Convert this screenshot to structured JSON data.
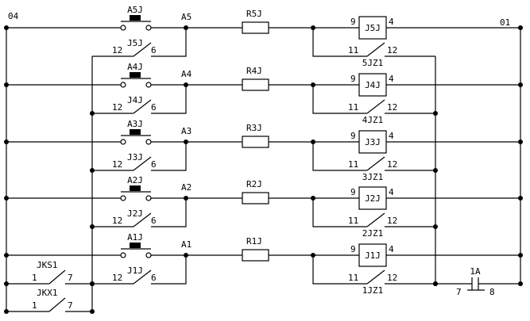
{
  "terminals": {
    "left": "04",
    "right": "01"
  },
  "rungs": [
    {
      "pushbutton": "A5J",
      "node": "A5",
      "resistor": "R5J",
      "relay": "J5J",
      "pin_in": "9",
      "pin_out": "4",
      "holding": {
        "label": "J5J",
        "pin_a": "12",
        "pin_b": "6"
      },
      "feedback": {
        "label": "5JZ1",
        "pin_a": "11",
        "pin_b": "12"
      }
    },
    {
      "pushbutton": "A4J",
      "node": "A4",
      "resistor": "R4J",
      "relay": "J4J",
      "pin_in": "9",
      "pin_out": "4",
      "holding": {
        "label": "J4J",
        "pin_a": "12",
        "pin_b": "6"
      },
      "feedback": {
        "label": "4JZ1",
        "pin_a": "11",
        "pin_b": "12"
      }
    },
    {
      "pushbutton": "A3J",
      "node": "A3",
      "resistor": "R3J",
      "relay": "J3J",
      "pin_in": "9",
      "pin_out": "4",
      "holding": {
        "label": "J3J",
        "pin_a": "12",
        "pin_b": "6"
      },
      "feedback": {
        "label": "3JZ1",
        "pin_a": "11",
        "pin_b": "12"
      }
    },
    {
      "pushbutton": "A2J",
      "node": "A2",
      "resistor": "R2J",
      "relay": "J2J",
      "pin_in": "9",
      "pin_out": "4",
      "holding": {
        "label": "J2J",
        "pin_a": "12",
        "pin_b": "6"
      },
      "feedback": {
        "label": "2JZ1",
        "pin_a": "11",
        "pin_b": "12"
      }
    },
    {
      "pushbutton": "A1J",
      "node": "A1",
      "resistor": "R1J",
      "relay": "J1J",
      "pin_in": "9",
      "pin_out": "4",
      "holding": {
        "label": "J1J",
        "pin_a": "12",
        "pin_b": "6"
      },
      "feedback": {
        "label": "1JZ1",
        "pin_a": "11",
        "pin_b": "12"
      }
    }
  ],
  "extra_contacts": [
    {
      "label": "JKS1",
      "pin_a": "1",
      "pin_b": "7"
    },
    {
      "label": "JKX1",
      "pin_a": "1",
      "pin_b": "7"
    }
  ],
  "breaker": {
    "label": "1A",
    "pin_a": "7",
    "pin_b": "8"
  }
}
